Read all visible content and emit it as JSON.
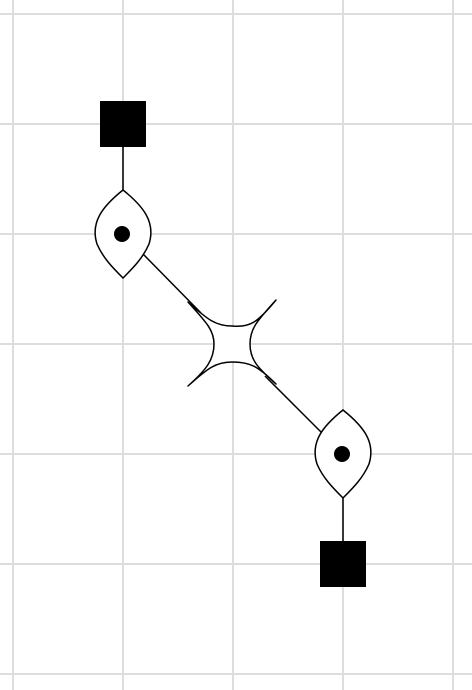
{
  "diagram": {
    "grid": true,
    "colors": {
      "background": "#ffffff",
      "grid": "#dddddd",
      "stroke": "#000000",
      "terminal_fill": "#000000",
      "node_fill": "#ffffff"
    },
    "shapes": {
      "terminals": "filled-square",
      "eyes": "lens-with-dot",
      "junction": "four-point-star"
    }
  }
}
